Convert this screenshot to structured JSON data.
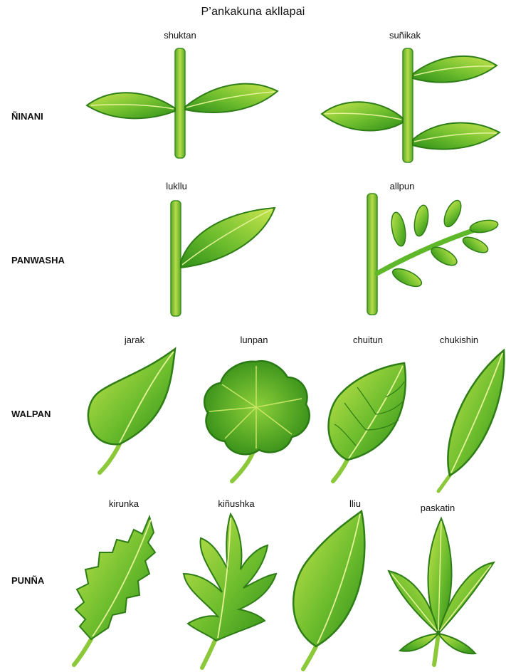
{
  "title": "P’ankakuna akllapai",
  "rows": [
    {
      "label": "ÑINANI",
      "items": [
        "shuktan",
        "suñikak"
      ]
    },
    {
      "label": "PANWASHA",
      "items": [
        "lukllu",
        "allpun"
      ]
    },
    {
      "label": "WALPAN",
      "items": [
        "jarak",
        "lunpan",
        "chuitun",
        "chukishin"
      ]
    },
    {
      "label": "PUNÑA",
      "items": [
        "kirunka",
        "kiñushka",
        "lliu",
        "paskatin"
      ]
    }
  ],
  "colors": {
    "leaf_dark": "#2e8a16",
    "leaf_mid": "#5fb82a",
    "leaf_light": "#b9de45",
    "stem": "#8cc93a"
  }
}
